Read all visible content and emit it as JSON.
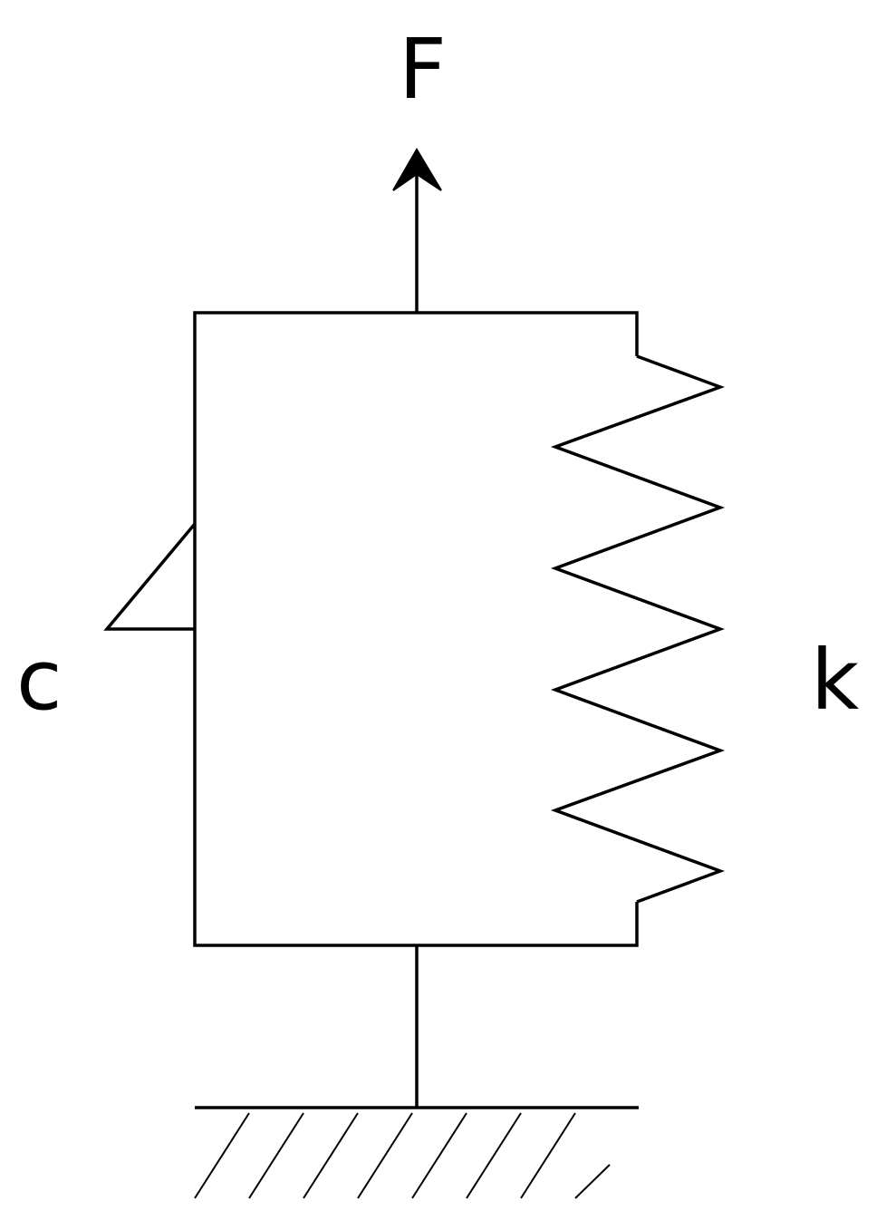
{
  "labels": {
    "force": "F",
    "damper": "c",
    "spring": "k"
  },
  "colors": {
    "line": "#000000",
    "background": "#ffffff"
  }
}
